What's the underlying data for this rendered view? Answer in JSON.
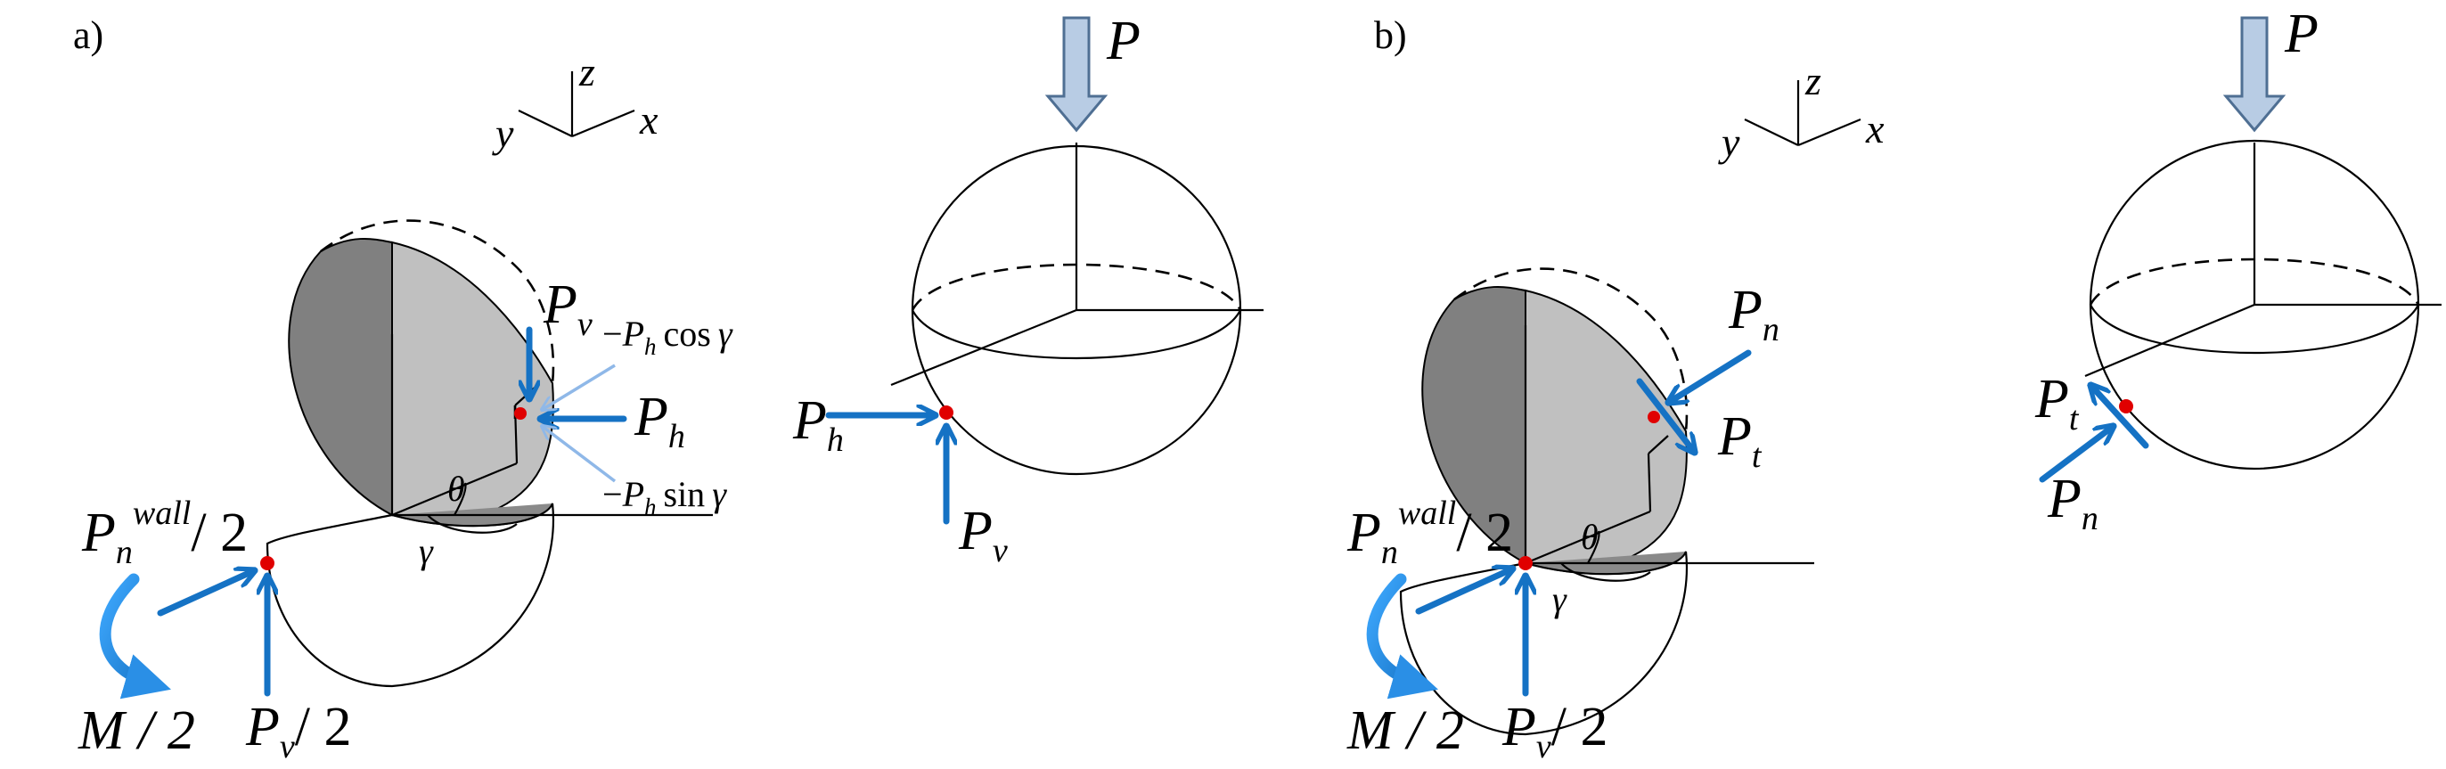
{
  "panels": {
    "a": {
      "label": "a)",
      "axes": {
        "x": "x",
        "y": "y",
        "z": "z"
      },
      "forces": {
        "pv": {
          "main": "P",
          "sub": "v"
        },
        "ph": {
          "main": "P",
          "sub": "h"
        },
        "ph_cos": {
          "minus": "−",
          "main": "P",
          "sub": "h",
          "fn": "cos",
          "angle": "γ"
        },
        "ph_sin": {
          "minus": "−",
          "main": "P",
          "sub": "h",
          "fn": "sin",
          "angle": "γ"
        },
        "pn_wall": {
          "main": "P",
          "sub": "n",
          "sup": "wall",
          "frac": "/ 2"
        },
        "moment": {
          "text": "M / 2"
        },
        "pv_half": {
          "main": "P",
          "sub": "v",
          "frac": "/ 2"
        }
      },
      "angles": {
        "theta": "θ",
        "gamma": "γ"
      },
      "sphere": {
        "load": {
          "main": "P"
        },
        "ph": {
          "main": "P",
          "sub": "h"
        },
        "pv": {
          "main": "P",
          "sub": "v"
        }
      }
    },
    "b": {
      "label": "b)",
      "axes": {
        "x": "x",
        "y": "y",
        "z": "z"
      },
      "forces": {
        "pn": {
          "main": "P",
          "sub": "n"
        },
        "pt": {
          "main": "P",
          "sub": "t"
        },
        "pn_wall": {
          "main": "P",
          "sub": "n",
          "sup": "wall",
          "frac": "/ 2"
        },
        "moment": {
          "text": "M / 2"
        },
        "pv_half": {
          "main": "P",
          "sub": "v",
          "frac": "/ 2"
        }
      },
      "angles": {
        "theta": "θ",
        "gamma": "γ"
      },
      "sphere": {
        "load": {
          "main": "P"
        },
        "pt": {
          "main": "P",
          "sub": "t"
        },
        "pn": {
          "main": "P",
          "sub": "n"
        }
      }
    }
  },
  "colors": {
    "force_arrow": "#1572c4",
    "component_arrow": "#8fb8e8",
    "load_arrow_fill": "#b8cce4",
    "load_arrow_stroke": "#4f6f93",
    "contact_point": "#e00000",
    "shaded_dark": "#808080",
    "shaded_light": "#c0c0c0"
  }
}
